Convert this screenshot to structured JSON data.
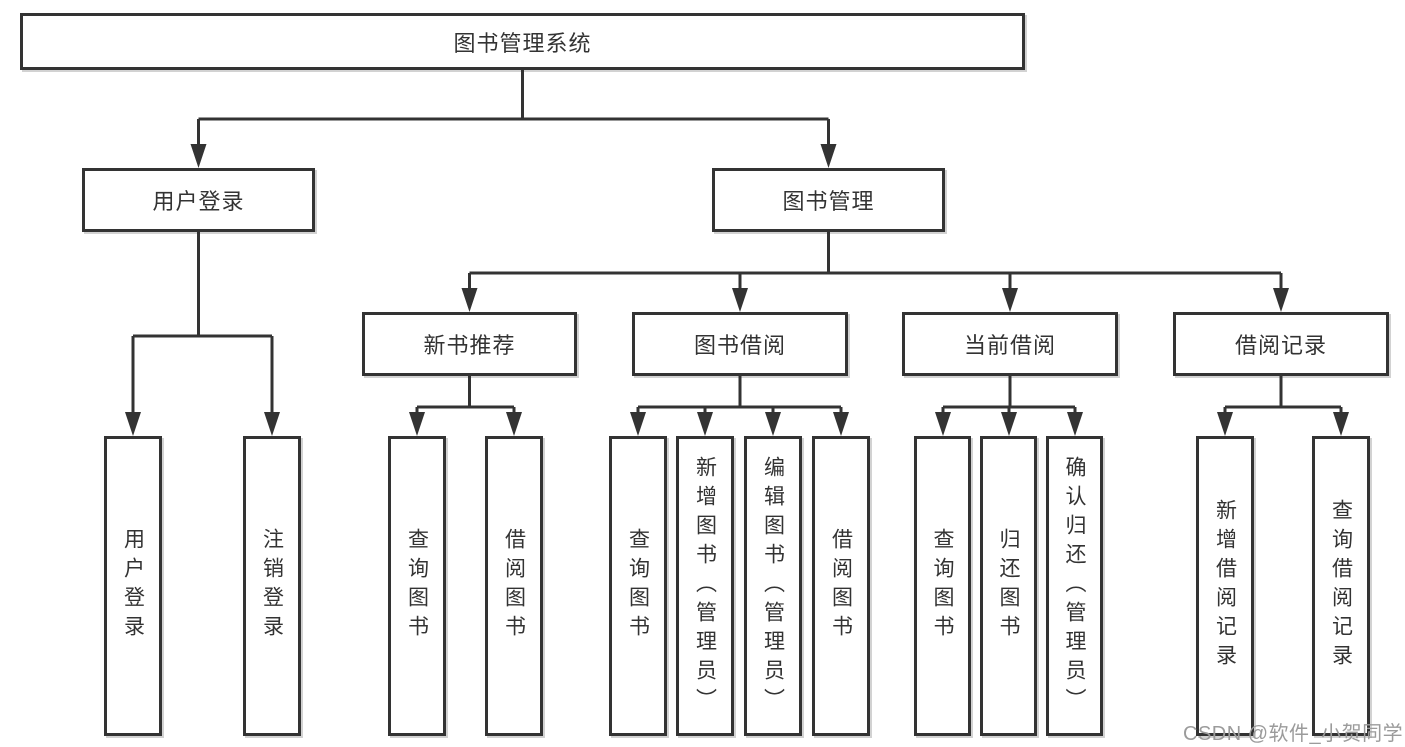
{
  "tree": {
    "label": "图书管理系统",
    "children": [
      {
        "label": "用户登录",
        "children": [
          {
            "label": "用户登录"
          },
          {
            "label": "注销登录"
          }
        ]
      },
      {
        "label": "图书管理",
        "children": [
          {
            "label": "新书推荐",
            "children": [
              {
                "label": "查询图书"
              },
              {
                "label": "借阅图书"
              }
            ]
          },
          {
            "label": "图书借阅",
            "children": [
              {
                "label": "查询图书"
              },
              {
                "label": "新增图书（管理员）"
              },
              {
                "label": "编辑图书（管理员）"
              },
              {
                "label": "借阅图书"
              }
            ]
          },
          {
            "label": "当前借阅",
            "children": [
              {
                "label": "查询图书"
              },
              {
                "label": "归还图书"
              },
              {
                "label": "确认归还（管理员）"
              }
            ]
          },
          {
            "label": "借阅记录",
            "children": [
              {
                "label": "新增借阅记录"
              },
              {
                "label": "查询借阅记录"
              }
            ]
          }
        ]
      }
    ]
  },
  "watermark": "CSDN @软件_小贺同学",
  "colors": {
    "line": "#333333",
    "box_border": "#333333",
    "text": "#333333",
    "watermark": "#9b9b9b",
    "background": "#ffffff"
  }
}
